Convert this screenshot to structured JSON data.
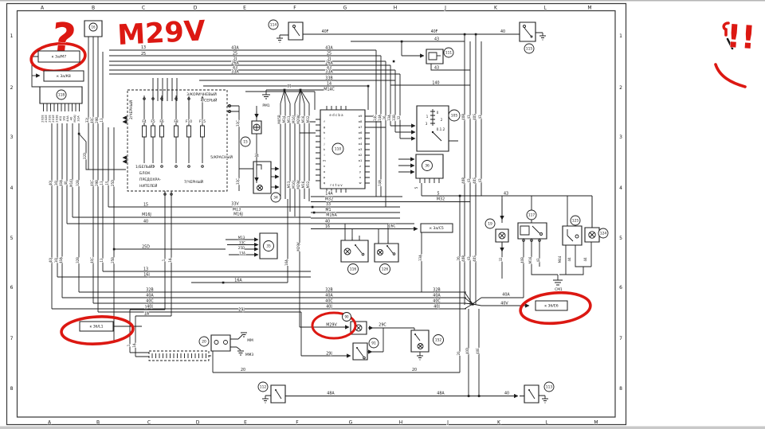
{
  "annotations": {
    "question": "?",
    "handwritten_code": "M29V",
    "exclamation": "!!"
  },
  "frame": {
    "columns": [
      [
        "A",
        53,
        62
      ],
      [
        "B",
        117,
        123
      ],
      [
        "C",
        180,
        187
      ],
      [
        "D",
        245,
        248
      ],
      [
        "E",
        307,
        308
      ],
      [
        "F",
        370,
        373
      ],
      [
        "G",
        433,
        440
      ],
      [
        "H",
        496,
        503
      ],
      [
        "J",
        559,
        562
      ],
      [
        "K",
        622,
        626
      ],
      [
        "L",
        684,
        686
      ],
      [
        "M",
        740,
        748
      ]
    ],
    "rows": [
      [
        "1",
        45
      ],
      [
        "2",
        110
      ],
      [
        "3",
        172
      ],
      [
        "4",
        236
      ],
      [
        "5",
        299
      ],
      [
        "6",
        361
      ],
      [
        "7",
        425
      ],
      [
        "8",
        488
      ]
    ]
  },
  "diagram": {
    "components": [
      [
        "16",
        117,
        34,
        5
      ],
      [
        "118",
        77,
        119,
        6
      ],
      [
        "114",
        343,
        31,
        6
      ],
      [
        "115",
        664,
        61,
        6
      ],
      [
        "111",
        563,
        66,
        6
      ],
      [
        "110",
        424,
        187,
        7
      ],
      [
        "105",
        570,
        145,
        7
      ],
      [
        "15",
        308,
        178,
        6
      ],
      [
        "34",
        346,
        248,
        6
      ],
      [
        "35",
        337,
        309,
        6.5
      ],
      [
        "36",
        536,
        208,
        6.5
      ],
      [
        "19",
        615,
        281,
        6
      ],
      [
        "117",
        667,
        270,
        6
      ],
      [
        "125",
        722,
        277,
        6
      ],
      [
        "124",
        757,
        293,
        6
      ],
      [
        "116",
        443,
        338,
        6.5
      ],
      [
        "126",
        483,
        338,
        6.5
      ],
      [
        "90",
        435,
        398,
        5.5
      ],
      [
        "91",
        469,
        431,
        6
      ],
      [
        "20",
        256,
        429,
        6
      ],
      [
        "112",
        330,
        486,
        6
      ],
      [
        "113",
        689,
        486,
        6
      ],
      [
        "152",
        550,
        427,
        6.5
      ]
    ],
    "ref_boxes": [
      [
        "к 3а/М7",
        48,
        64,
        52,
        14
      ],
      [
        "к 3а/К8",
        55,
        89,
        50,
        13
      ],
      [
        "к 3а/С5",
        528,
        281,
        40,
        11
      ],
      [
        "к 3б/L1",
        100,
        404,
        42,
        12
      ],
      [
        "к 3б/Е6",
        672,
        378,
        40,
        12
      ]
    ],
    "labels": [
      [
        "13",
        180,
        61
      ],
      [
        "25",
        180,
        69
      ],
      [
        "43A",
        295,
        61.5
      ],
      [
        "25",
        295,
        68.5
      ],
      [
        "2J",
        295,
        75.5
      ],
      [
        "26A",
        295,
        80.5
      ],
      [
        "43",
        295,
        86.5
      ],
      [
        "33A",
        295,
        91.5
      ],
      [
        "43A",
        413,
        61.5
      ],
      [
        "25",
        413,
        68.5
      ],
      [
        "2J",
        413,
        75.5
      ],
      [
        "26A",
        413,
        80.5
      ],
      [
        "43",
        413,
        86.5
      ],
      [
        "33A",
        413,
        91.5
      ],
      [
        "33B",
        413,
        99.5
      ],
      [
        "14",
        413,
        106.5
      ],
      [
        "M14C",
        413,
        113.5
      ],
      [
        "40F",
        408,
        41
      ],
      [
        "40F",
        545,
        41
      ],
      [
        "40",
        631,
        41
      ],
      [
        "43",
        548,
        50.5
      ],
      [
        "43",
        548,
        86.5
      ],
      [
        "140",
        547,
        105.5
      ],
      [
        "M",
        363,
        110
      ],
      [
        "PM1",
        334,
        134,
        0,
        4.4
      ],
      [
        "40P",
        583,
        147,
        1,
        4.2
      ],
      [
        "43",
        590,
        147,
        1,
        4.2
      ],
      [
        "40S",
        597,
        147,
        1,
        4.2
      ],
      [
        "43",
        604,
        147,
        1,
        4.2
      ],
      [
        "40P",
        583,
        227,
        1,
        4.2
      ],
      [
        "43",
        590,
        227,
        1,
        4.2
      ],
      [
        "40S",
        597,
        227,
        1,
        4.2
      ],
      [
        "43",
        604,
        227,
        1,
        4.2
      ],
      [
        "20",
        577,
        325,
        1,
        4.2
      ],
      [
        "40P",
        583,
        325,
        1,
        4.2
      ],
      [
        "43",
        590,
        325,
        1,
        4.2
      ],
      [
        "40S",
        597,
        325,
        1,
        4.2
      ],
      [
        "M05B",
        352,
        150,
        1,
        4
      ],
      [
        "M34",
        358,
        150,
        1,
        4
      ],
      [
        "M13",
        364,
        150,
        1,
        4
      ],
      [
        "M16J",
        370,
        150,
        1,
        4
      ],
      [
        "M29V",
        376,
        150,
        1,
        4
      ],
      [
        "M16",
        382,
        150,
        1,
        4
      ],
      [
        "M32",
        388,
        150,
        1,
        4
      ],
      [
        "M13",
        364,
        232,
        1,
        4
      ],
      [
        "M16J",
        370,
        232,
        1,
        4
      ],
      [
        "M29V",
        376,
        232,
        1,
        4
      ],
      [
        "M16",
        382,
        232,
        1,
        4
      ],
      [
        "M32",
        388,
        232,
        1,
        4
      ],
      [
        "M29V",
        376,
        310,
        1,
        4
      ],
      [
        "16A",
        361,
        330,
        1,
        4
      ],
      [
        "14C",
        472,
        148,
        1,
        4
      ],
      [
        "14A",
        478,
        148,
        1,
        4
      ],
      [
        "26",
        484,
        148,
        1,
        4
      ],
      [
        "33A",
        490,
        148,
        1,
        4
      ],
      [
        "33B",
        496,
        148,
        1,
        4
      ],
      [
        "32",
        502,
        148,
        1,
        4
      ],
      [
        "14A",
        478,
        230,
        1,
        4
      ],
      [
        "5",
        524,
        236,
        1,
        4
      ],
      [
        "e d c b a",
        422,
        146,
        0,
        4
      ],
      [
        "r s t u v",
        422,
        234,
        0,
        4
      ],
      [
        "a9",
        452,
        147,
        0,
        3.8
      ],
      [
        "a8",
        452,
        154,
        0,
        3.8
      ],
      [
        "a7",
        452,
        161,
        0,
        3.8
      ],
      [
        "a6",
        452,
        168,
        0,
        3.8
      ],
      [
        "a5",
        452,
        175,
        0,
        3.8
      ],
      [
        "a4",
        452,
        182,
        0,
        3.8
      ],
      [
        "a3",
        452,
        189,
        0,
        3.8
      ],
      [
        "a2",
        452,
        196,
        0,
        3.8
      ],
      [
        "a1",
        452,
        203,
        0,
        3.8
      ],
      [
        "z",
        452,
        210,
        0,
        3.8
      ],
      [
        "y",
        452,
        217,
        0,
        3.8
      ],
      [
        "x",
        452,
        224,
        0,
        3.8
      ],
      [
        "w",
        452,
        231,
        0,
        3.8
      ],
      [
        "f",
        407,
        154,
        0,
        3.8
      ],
      [
        "g",
        407,
        161,
        0,
        3.8
      ],
      [
        "h",
        407,
        168,
        0,
        3.8
      ],
      [
        "i",
        407,
        175,
        0,
        3.8
      ],
      [
        "j",
        407,
        182,
        0,
        3.8
      ],
      [
        "k",
        407,
        189,
        0,
        3.8
      ],
      [
        "l",
        407,
        196,
        0,
        3.8
      ],
      [
        "m",
        407,
        203,
        0,
        3.8
      ],
      [
        "n",
        407,
        210,
        0,
        3.8
      ],
      [
        "o",
        407,
        217,
        0,
        3.8
      ],
      [
        "p",
        407,
        224,
        0,
        3.8
      ],
      [
        "q",
        407,
        231,
        0,
        3.8
      ],
      [
        "0",
        549,
        143,
        0,
        4
      ],
      [
        "1",
        536,
        148,
        0,
        4
      ],
      [
        "2",
        554,
        152,
        0,
        4
      ],
      [
        "3",
        535,
        157,
        0,
        4
      ],
      [
        "0.1.2",
        553,
        164,
        0,
        4.2
      ],
      [
        "202E",
        54.5,
        149,
        1,
        3.8
      ],
      [
        "202E",
        59,
        149,
        1,
        3.8
      ],
      [
        "201E",
        63.5,
        149,
        1,
        3.8
      ],
      [
        "201E",
        68,
        149,
        1,
        3.8
      ],
      [
        "203E",
        72.5,
        149,
        1,
        3.8
      ],
      [
        "40J",
        77,
        149,
        1,
        3.8
      ],
      [
        "16J",
        81.5,
        149,
        1,
        3.8
      ],
      [
        "40A",
        86,
        149,
        1,
        3.8
      ],
      [
        "40",
        90.5,
        149,
        1,
        3.8
      ],
      [
        "M16J",
        95,
        149,
        1,
        3.8
      ],
      [
        "32A",
        99.5,
        149,
        1,
        3.8
      ],
      [
        "32J",
        111,
        151,
        1,
        4
      ],
      [
        "40C",
        117,
        151,
        1,
        4
      ],
      [
        "29B",
        123,
        151,
        1,
        4
      ],
      [
        "13",
        129,
        151,
        1,
        4
      ],
      [
        "32D",
        108,
        196,
        1,
        4
      ],
      [
        "40J",
        65,
        230,
        1,
        4
      ],
      [
        "16J",
        72,
        230,
        1,
        4
      ],
      [
        "40A",
        78,
        230,
        1,
        4
      ],
      [
        "40",
        84,
        230,
        1,
        4
      ],
      [
        "M16J",
        91,
        230,
        1,
        4
      ],
      [
        "32B",
        99,
        230,
        1,
        4
      ],
      [
        "40C",
        117,
        230,
        1,
        4
      ],
      [
        "29B",
        123,
        230,
        1,
        4
      ],
      [
        "13",
        129,
        230,
        1,
        4
      ],
      [
        "15",
        136,
        230,
        1,
        4
      ],
      [
        "25D",
        143,
        230,
        1,
        4
      ],
      [
        "40J",
        65,
        327,
        1,
        4
      ],
      [
        "16J",
        72,
        327,
        1,
        4
      ],
      [
        "40A",
        78,
        327,
        1,
        4
      ],
      [
        "32B",
        99,
        327,
        1,
        4
      ],
      [
        "40C",
        117,
        327,
        1,
        4
      ],
      [
        "13",
        129,
        327,
        1,
        4
      ],
      [
        "25B",
        143,
        327,
        1,
        4
      ],
      [
        "1",
        207,
        327,
        1,
        4
      ],
      [
        "1A",
        215,
        327,
        1,
        4
      ],
      [
        "15",
        183,
        258.5
      ],
      [
        "M16J",
        184,
        271
      ],
      [
        "40",
        183,
        279.5
      ],
      [
        "25D",
        183,
        311.5
      ],
      [
        "13",
        183,
        339.5
      ],
      [
        "16J",
        184,
        346.5
      ],
      [
        "16A",
        299,
        353.5
      ],
      [
        "33V",
        295,
        257.5
      ],
      [
        "M13",
        297,
        264.5
      ],
      [
        "M16J",
        299,
        270.5
      ],
      [
        "M13",
        303,
        300,
        0,
        4
      ],
      [
        "33C",
        304,
        306.5,
        0,
        4
      ],
      [
        "25D",
        303,
        313,
        0,
        4
      ],
      [
        "13A",
        304,
        319.5,
        0,
        4
      ],
      [
        "14A",
        413,
        244.5
      ],
      [
        "M32",
        413,
        251.5
      ],
      [
        "33",
        412,
        258
      ],
      [
        "M1",
        412,
        265
      ],
      [
        "M16A",
        416,
        271.5
      ],
      [
        "40",
        411,
        279.5
      ],
      [
        "16",
        411,
        286
      ],
      [
        "16C",
        492,
        285.5
      ],
      [
        "5",
        550,
        244.5
      ],
      [
        "M32",
        553,
        251.5
      ],
      [
        "43",
        635,
        244.5
      ],
      [
        "33C",
        300,
        155,
        1,
        4
      ],
      [
        "33C",
        300,
        228,
        1,
        4
      ],
      [
        "34",
        322,
        197,
        0,
        4.4
      ],
      [
        "33A",
        529,
        324,
        1,
        4
      ],
      [
        "32B",
        188,
        365.5
      ],
      [
        "40A",
        188,
        372.5
      ],
      [
        "40C",
        188,
        379.5
      ],
      [
        "40J",
        188,
        386.5
      ],
      [
        "32B",
        413,
        365.5
      ],
      [
        "40A",
        413,
        372.5
      ],
      [
        "40C",
        413,
        379.5
      ],
      [
        "40J",
        413,
        386.5
      ],
      [
        "32B",
        548,
        365.5
      ],
      [
        "40A",
        548,
        372.5
      ],
      [
        "40C",
        548,
        379.5
      ],
      [
        "40J",
        548,
        386.5
      ],
      [
        "29J",
        303,
        390.5
      ],
      [
        "1",
        183,
        387.5
      ],
      [
        "1A",
        184,
        395.5
      ],
      [
        "1",
        163,
        434,
        1,
        4
      ],
      [
        "1A",
        170,
        434,
        1,
        4
      ],
      [
        "40A",
        635,
        371.5
      ],
      [
        "40V",
        633,
        382.5
      ],
      [
        "40D",
        588,
        441,
        1,
        4
      ],
      [
        "40E",
        601,
        441,
        1,
        4
      ],
      [
        "20",
        577,
        444,
        1,
        4
      ],
      [
        "32",
        630,
        326,
        1,
        4
      ],
      [
        "40B",
        657,
        327,
        1,
        4
      ],
      [
        "M16",
        667,
        327,
        1,
        4
      ],
      [
        "43",
        677,
        327,
        1,
        4
      ],
      [
        "M44",
        704,
        326,
        1,
        4
      ],
      [
        "44",
        716,
        326,
        1,
        4
      ],
      [
        "44",
        736,
        326,
        1,
        4
      ],
      [
        "CM1",
        701,
        365,
        0,
        4.4
      ],
      [
        "M29V",
        416,
        409.5
      ],
      [
        "29C",
        480,
        409.5
      ],
      [
        "29J",
        413,
        445.5
      ],
      [
        "MM",
        314,
        429,
        0,
        4.4
      ],
      [
        "MM3",
        313,
        447,
        0,
        4.4
      ],
      [
        "20",
        305,
        466
      ],
      [
        "20",
        520,
        466
      ],
      [
        "48A",
        415,
        495.5
      ],
      [
        "48A",
        553,
        495.5
      ],
      [
        "40",
        636,
        495.5
      ],
      [
        "3/КОРИЧНЕВЫЙ",
        253,
        120,
        0,
        4.6
      ],
      [
        "4/СЕРЫЙ",
        262,
        127.5,
        0,
        4.6
      ],
      [
        "2/ЧЕРНЫЙ",
        166,
        138,
        1,
        4.6
      ],
      [
        "1/БЕЛЫЙ",
        170,
        211,
        0,
        4.6,
        "s"
      ],
      [
        "БЛОК",
        175,
        219,
        0,
        4.6,
        "s"
      ],
      [
        "ПРЕДОХРА-",
        175,
        227,
        0,
        4.6,
        "s"
      ],
      [
        "НИТЕЛЕЙ",
        175,
        235,
        0,
        4.6,
        "s"
      ],
      [
        "7/ЧЕРНЫЙ",
        243,
        230,
        0,
        4.6
      ],
      [
        "5/КРАСНЫЙ",
        278,
        199,
        0,
        4.6
      ],
      [
        "F4",
        181,
        154,
        0,
        4.4
      ],
      [
        "F5",
        192,
        154,
        0,
        4.4
      ],
      [
        "F6",
        203,
        154,
        0,
        4.4
      ],
      [
        "F8",
        221,
        154,
        0,
        4.4
      ],
      [
        "F10",
        237,
        154,
        0,
        4.4
      ],
      [
        "F15",
        254,
        154,
        0,
        4.4
      ]
    ]
  }
}
